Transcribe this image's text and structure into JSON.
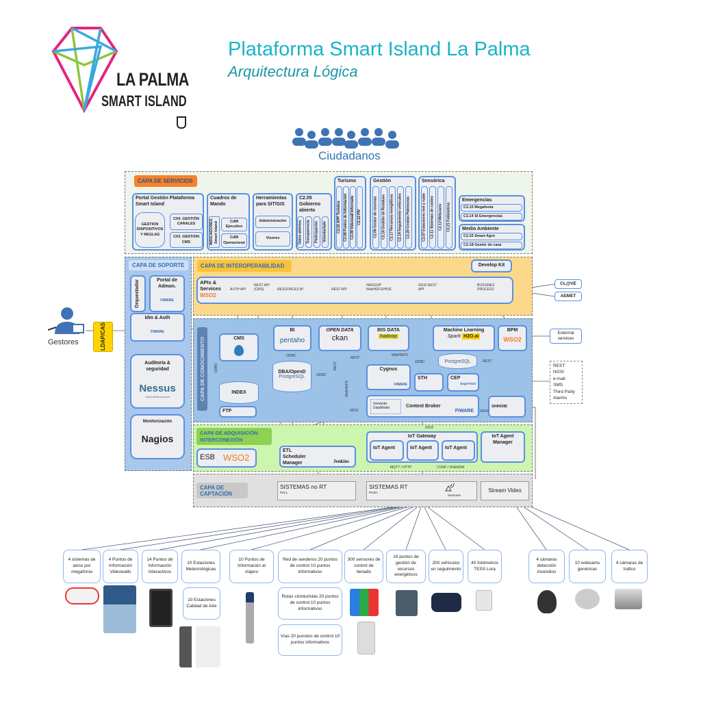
{
  "logo": {
    "line1": "LA PALMA",
    "line2": "SMART ISLAND"
  },
  "header": {
    "title": "Plataforma Smart Island La Palma",
    "subtitle": "Arquitectura Lógica"
  },
  "citizens": "Ciudadanos",
  "gestores": "Gestores",
  "ldap": "LDAP/CAS",
  "colors": {
    "title": "#1ab3c8",
    "services_bg": "#eef5ea",
    "interop_bg": "#fcd98a",
    "knowledge_bg": "#9cc2e8",
    "acq_bg": "#ccf5b0",
    "capture_bg": "#e0e0e0",
    "support_bg": "#a9c8ec",
    "box_border": "#5b8fe0"
  },
  "services": {
    "label": "CAPA DE SERVICIOS",
    "portal": {
      "title": "Portal Gestión Plataforma Smart Island",
      "items": [
        "GESTION DISPOSITIVOS Y REGLAS",
        "C04. GESTIÓN CANALES",
        "C03. GESTION CMS"
      ]
    },
    "cuadros": {
      "title": "Cuadros de Mando",
      "items": [
        "INDICADORES Smart Island",
        "CdM Ejecutivo",
        "CdM Operacional"
      ]
    },
    "herramientas": {
      "title": "Herramientas para SIT/GIS",
      "items": [
        "Administración",
        "Visores"
      ]
    },
    "gobierno": {
      "title": "C2.05 Gobierno abierto",
      "items": [
        "Datos abiertos",
        "Transparencia",
        "Participación",
        "Voluntariado"
      ]
    },
    "turismo": {
      "title": "Turismo",
      "items": [
        "C2.02 APP Turística",
        "C2.08 Puntos de Información",
        "C2.09 Videowall Informativ",
        "C2.12 PIV"
      ]
    },
    "gestion": {
      "title": "Gestión",
      "items": [
        "C2.06 Gestor de reservas",
        "C2.16 Gestión de Residuos",
        "C2.17 Recursos energéticos",
        "C2.19 Seguimiento vehículos",
        "C2.20 Gestión Patrimonio"
      ]
    },
    "sensorica": {
      "title": "Sensórica",
      "items": [
        "C2.07 Estaciones met y ruido",
        "C2.11 Sistemas de conteo",
        "C2.13 Webcams",
        "C2.21 Fotómetros"
      ]
    },
    "emergencias": {
      "title": "Emergencias",
      "items": [
        "C2.10 Megafonía",
        "C2.14 SI Emergencias"
      ]
    },
    "medio": {
      "title": "Medio Ambiente",
      "items": [
        "C2.15 Smart Agro",
        "C2.18 Gestor de caza"
      ]
    }
  },
  "support": {
    "label": "CAPA DE SOPORTE",
    "orquestador": "Orquestador",
    "portal": "Portal de Admon.",
    "idm": "Idm & Auth",
    "auditoria": "Auditoría & seguridad",
    "nessus": "Nessus",
    "nessus_sub": "vulnerability scanner",
    "monitor": "Monitorización",
    "nagios": "Nagios",
    "fiware": "FIWARE"
  },
  "interop": {
    "label": "CAPA DE INTEROPERABILIDAD",
    "devkit": "Develop Kit",
    "apis": "APIs & Services",
    "wso2": "WSO2",
    "endpoints": [
      "AUTH API",
      "REST API (CMS)",
      "RESOURCES BI",
      "REST API",
      "HADOOP WebHDFS/HIVE",
      "NGSI REST API",
      "BUSSINES PROCESS"
    ]
  },
  "external": {
    "clave": "CL@VE",
    "aemet": "AEMET",
    "services": "External services",
    "channels": [
      "REST",
      "NGSI",
      "e-mail",
      "SMS",
      "Third Party",
      "Alarms"
    ]
  },
  "knowledge": {
    "label": "CAPA DE CONOCIMIENTO",
    "cms": "CMS",
    "bi": "BI",
    "pentaho": "pentaho",
    "opendata": "OPEN DATA",
    "ckan": "ckan",
    "bigdata": "BIG DATA",
    "hadoop": "hadoop",
    "ml": "Machine Learning",
    "spark": "Spark",
    "h2o": "H2O.ai",
    "bpm": "BPM",
    "dba": "DBA/OpenD",
    "postgres": "PostgreSQL",
    "index": "INDEX",
    "ftp": "FTP",
    "cygnus": "Cygnus",
    "sth": "STH",
    "cep": "CEP",
    "espertech": "EsperTech",
    "broker": "Context Broker",
    "semantic": "Semantic DataModel",
    "shinobi": "SHINOBI",
    "edges": {
      "odbc": "ODBC",
      "rest": "REST",
      "webhdfs": "WebHDFS",
      "ngsi": "NGSI"
    }
  },
  "acquisition": {
    "label": "CAPA DE ADQUISICIÓN INTERCONEXIÓN",
    "esb": "ESB",
    "etl": "ETL Scheduler Manager",
    "jenkins": "Jenkins",
    "gateway": "IoT Gateway",
    "agent": "IoT Agent",
    "manager": "IoT Agent Manager",
    "ngsi": "NGSI",
    "mqtt": "MQTT / HTTP",
    "coap": "COAP / ONEM2M"
  },
  "capture": {
    "label": "CAPA DE CAPTACIÓN",
    "nort": "SISTEMAS no RT",
    "pull": "PULL",
    "rt": "SISTEMAS RT",
    "push": "PUSH",
    "sensores": "Sensores",
    "stream": "Stream Video"
  },
  "devices": [
    "4 sistemas de aviso por megafonía",
    "4 Puntos de Información Videowalls",
    "14 Puntos de Información Interactivos",
    "10 Estaciones Meteorológicas",
    "10 Puntos de Información al viajero",
    "Red de senderos 20 puntos de control 10 puntos informativos",
    "300 sensores de control de llenado",
    "16 puntos de gestión de recursos energéticos",
    "200 vehículos en seguimiento",
    "40 fotómetros TESS Lora",
    "4 cámaras detección incendios",
    "10 webcams genéricas",
    "4 cámaras de trafico"
  ],
  "devices2": [
    "10 Estaciones Calidad de Aire",
    "Rutas cicloturistas 20 puntos de control 10 puntos informativos",
    "Vías 20 punotos de control 10 puntos informativos"
  ]
}
